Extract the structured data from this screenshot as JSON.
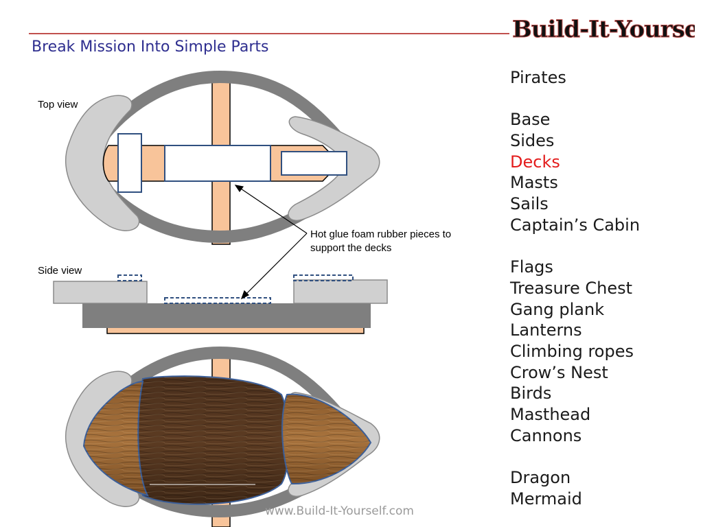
{
  "logo": {
    "text": "Build-It-Yourself"
  },
  "slide": {
    "title": "Break Mission Into Simple Parts"
  },
  "diagram": {
    "top_view_label": "Top view",
    "side_view_label": "Side view",
    "callout": "Hot glue foam rubber pieces to support the decks"
  },
  "parts": [
    {
      "label": "Pirates"
    },
    {
      "label": ""
    },
    {
      "label": "Base"
    },
    {
      "label": "Sides"
    },
    {
      "label": "Decks",
      "highlight": true
    },
    {
      "label": "Masts"
    },
    {
      "label": "Sails"
    },
    {
      "label": "Captain’s Cabin"
    },
    {
      "label": ""
    },
    {
      "label": "Flags"
    },
    {
      "label": "Treasure Chest"
    },
    {
      "label": "Gang plank"
    },
    {
      "label": "Lanterns"
    },
    {
      "label": "Climbing ropes"
    },
    {
      "label": "Crow’s Nest"
    },
    {
      "label": "Birds"
    },
    {
      "label": "Masthead"
    },
    {
      "label": "Cannons"
    },
    {
      "label": ""
    },
    {
      "label": "Dragon"
    },
    {
      "label": "Mermaid"
    }
  ],
  "footer": {
    "url": "www.Build-It-Yourself.com"
  },
  "colors": {
    "title": "#2e2e8f",
    "rule": "#c0504d",
    "highlight": "#e31c1c",
    "hull_outer": "#7f7f7f",
    "hull_inner": "#d0d0d0",
    "base_wood": "#f8c49a",
    "deck_fill": "#ffffff",
    "deck_border": "#2f4f7f"
  }
}
